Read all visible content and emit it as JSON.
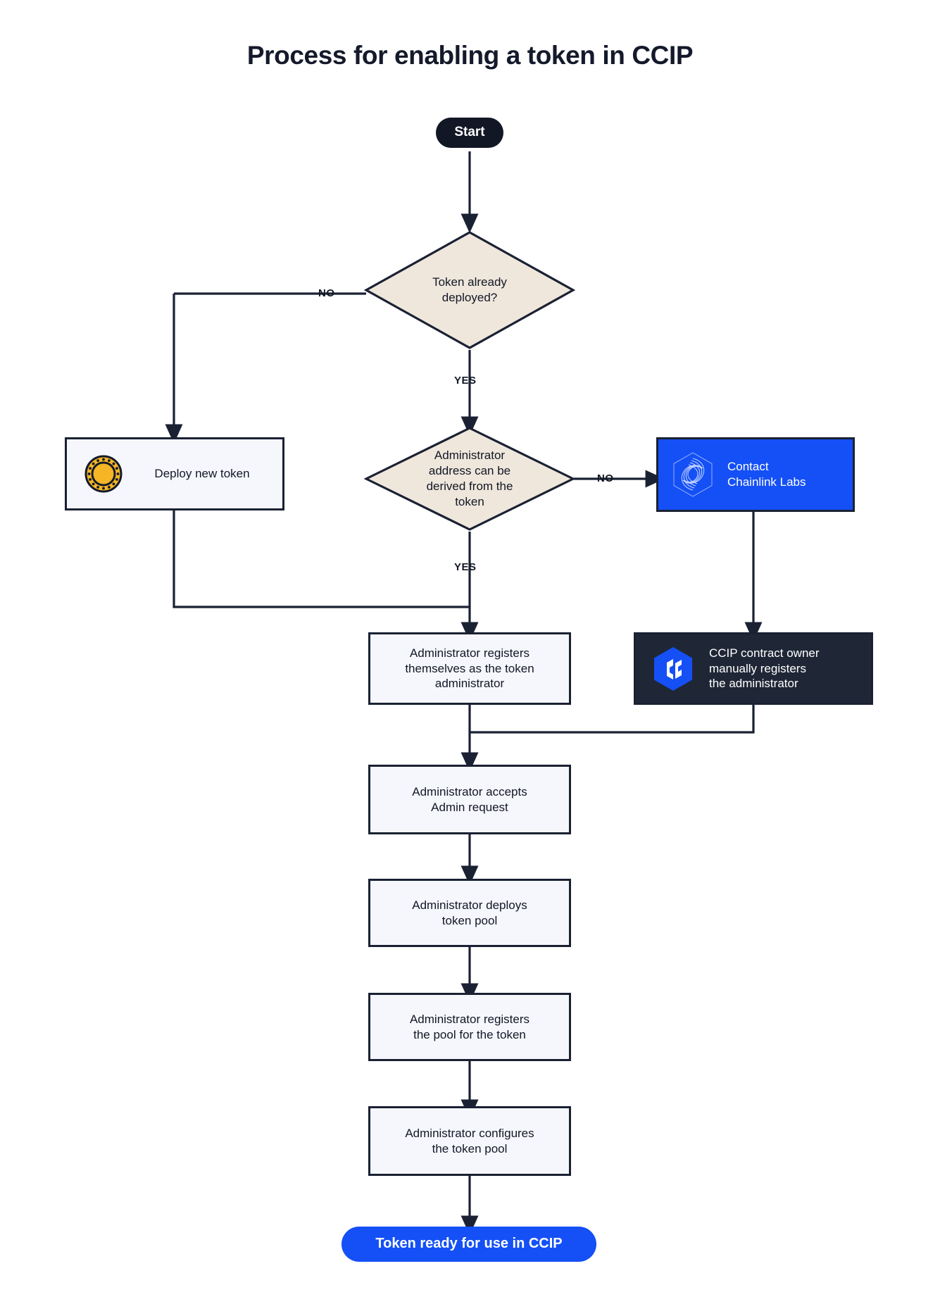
{
  "title": "Process for enabling a token in CCIP",
  "colors": {
    "stroke": "#1a2133",
    "diamond_fill": "#efe7dc",
    "box_fill": "#f6f7fd",
    "brand_blue": "#1450f5",
    "dark_navy": "#1f2736",
    "terminal_dark": "#121725",
    "coin_gold": "#f5b524"
  },
  "nodes": {
    "start": {
      "label": "Start",
      "type": "terminal"
    },
    "decision_deployed": {
      "label": "Token already\ndeployed?",
      "type": "decision"
    },
    "deploy_new_token": {
      "label": "Deploy new token",
      "type": "process",
      "icon": "gold-coin-icon"
    },
    "decision_admin_derived": {
      "label": "Administrator\naddress can be\nderived from the\ntoken",
      "type": "decision"
    },
    "contact_chainlink": {
      "label": "Contact\nChainlink Labs",
      "type": "process",
      "icon": "chainlink-logo-icon"
    },
    "admin_registers_self": {
      "label": "Administrator registers\nthemselves as the token\nadministrator",
      "type": "process"
    },
    "ccip_owner_registers": {
      "label": "CCIP contract owner\nmanually registers\nthe administrator",
      "type": "process",
      "icon": "ccip-logo-icon"
    },
    "admin_accepts": {
      "label": "Administrator accepts\nAdmin request",
      "type": "process"
    },
    "admin_deploys_pool": {
      "label": "Administrator deploys\ntoken pool",
      "type": "process"
    },
    "admin_registers_pool": {
      "label": "Administrator registers\nthe pool for the token",
      "type": "process"
    },
    "admin_configures_pool": {
      "label": "Administrator configures\nthe token pool",
      "type": "process"
    },
    "end": {
      "label": "Token ready for use in CCIP",
      "type": "terminal"
    }
  },
  "edge_labels": {
    "deployed_no": "NO",
    "deployed_yes": "YES",
    "derived_no": "NO",
    "derived_yes": "YES"
  }
}
